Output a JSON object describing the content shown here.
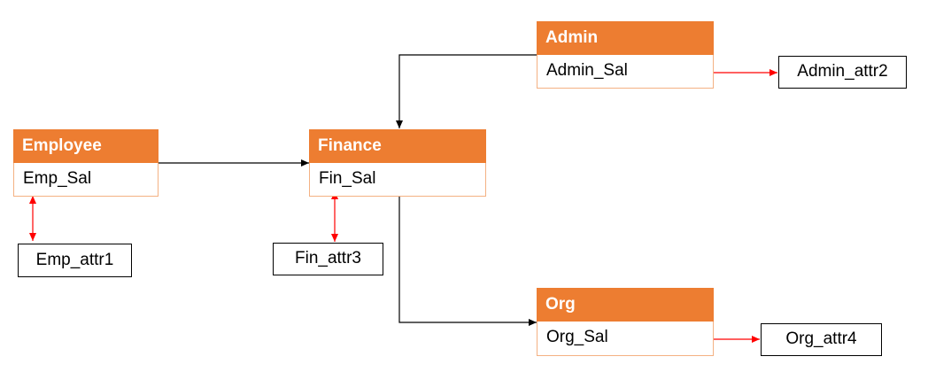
{
  "entities": {
    "admin": {
      "title": "Admin",
      "field": "Admin_Sal"
    },
    "employee": {
      "title": "Employee",
      "field": "Emp_Sal"
    },
    "finance": {
      "title": "Finance",
      "field": "Fin_Sal"
    },
    "org": {
      "title": "Org",
      "field": "Org_Sal"
    }
  },
  "attributes": {
    "admin_attr2": "Admin_attr2",
    "emp_attr1": "Emp_attr1",
    "fin_attr3": "Fin_attr3",
    "org_attr4": "Org_attr4"
  },
  "colors": {
    "header": "#ED7D31",
    "header_border": "#F4B183",
    "relation_arrow": "#000000",
    "attribute_link": "#FF0000"
  }
}
